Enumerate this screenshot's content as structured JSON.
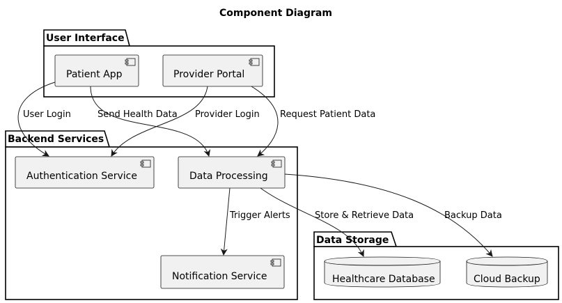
{
  "title": "Component Diagram",
  "packages": {
    "ui": "User Interface",
    "backend": "Backend Services",
    "storage": "Data Storage"
  },
  "components": {
    "patient_app": "Patient App",
    "provider_portal": "Provider Portal",
    "auth_service": "Authentication Service",
    "data_processing": "Data Processing",
    "notification_service": "Notification Service"
  },
  "databases": {
    "healthcare_db": "Healthcare Database",
    "cloud_backup": "Cloud Backup"
  },
  "edges": {
    "user_login": "User Login",
    "send_health_data": "Send Health Data",
    "provider_login": "Provider Login",
    "request_patient_data": "Request Patient Data",
    "trigger_alerts": "Trigger Alerts",
    "store_retrieve": "Store & Retrieve Data",
    "backup_data": "Backup Data"
  }
}
